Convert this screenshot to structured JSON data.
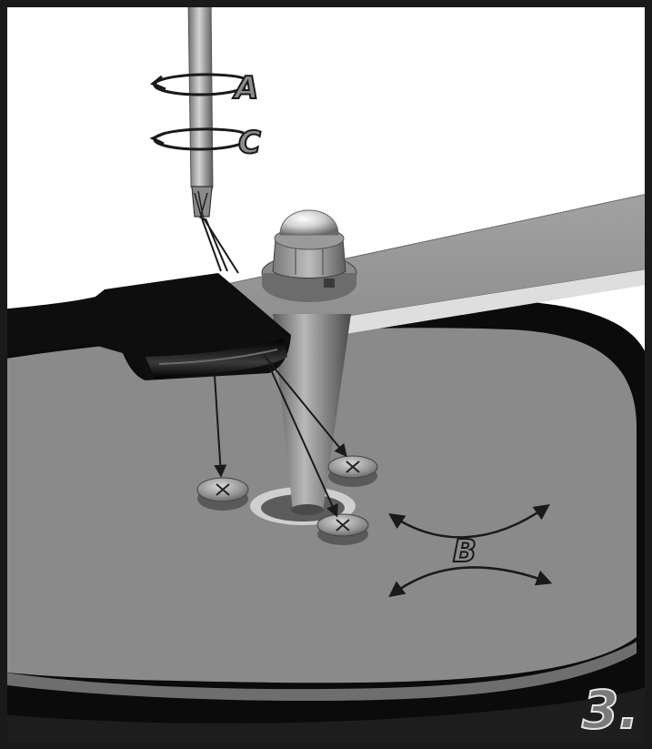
{
  "labels": {
    "a": "A",
    "c": "C",
    "b": "B",
    "step": "3."
  },
  "colors": {
    "frame": "#1a1a1a",
    "platter": "#8a8a8a",
    "platter_rim": "#0b0b0b",
    "arm": "#9a9a9a",
    "headshell": "#0e0e0e",
    "screw": "#9c9c9c",
    "label_fill": "#8c8c8c",
    "label_stroke": "#1a1a1a"
  },
  "icons": [
    "rotation-arrow-icon",
    "screwdriver-icon",
    "screw-icon",
    "double-arrow-icon"
  ]
}
